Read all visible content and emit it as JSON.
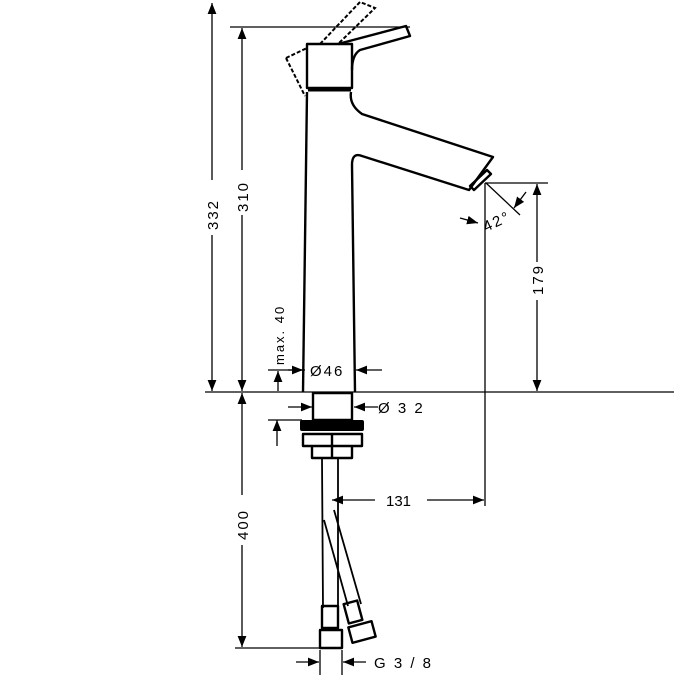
{
  "title": "Faucet dimension drawing",
  "dimensions": {
    "overall_height": "332",
    "spout_height": "310",
    "deck_thickness": "max. 40",
    "body_diameter": "Ø46",
    "shank_diameter": "Ø  3 2",
    "outlet_height": "179",
    "spray_angle": "42°",
    "projection": "131",
    "hose_length": "400",
    "connection": "G  3 / 8"
  },
  "colors": {
    "line": "#000000",
    "background": "#ffffff"
  }
}
